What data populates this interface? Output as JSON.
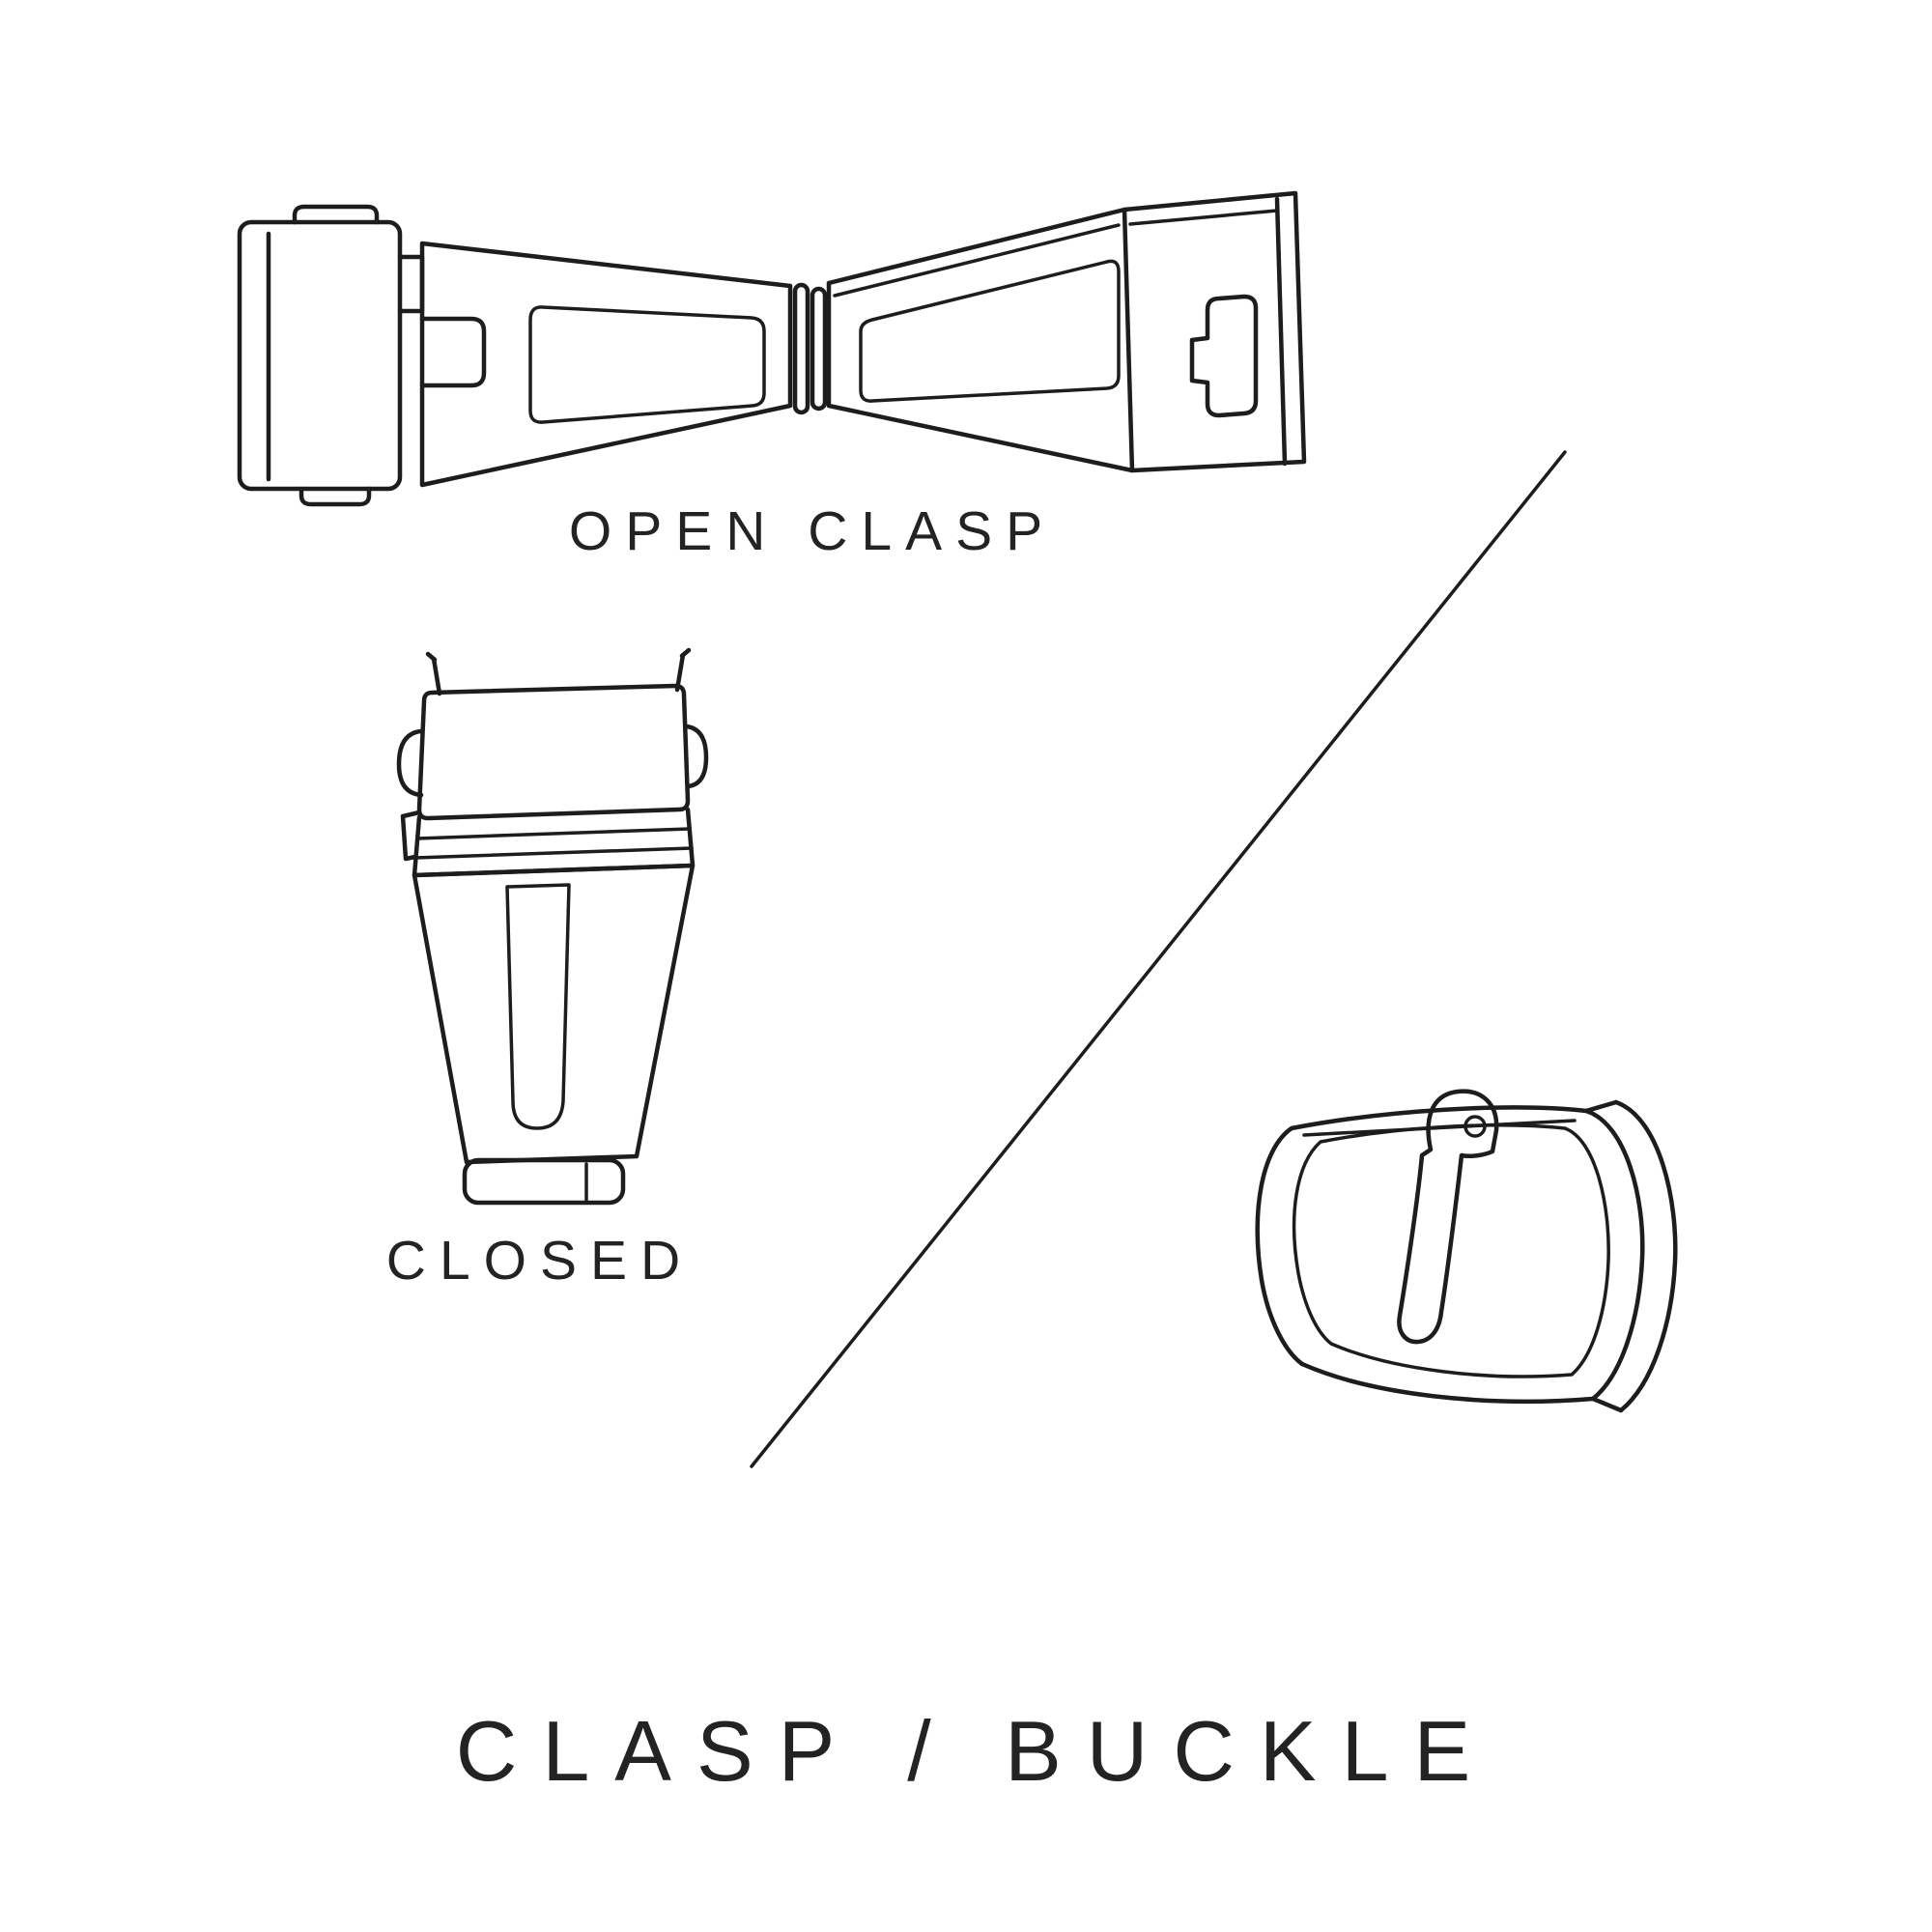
{
  "diagram": {
    "title": "CLASP / BUCKLE",
    "items": [
      {
        "label": "OPEN CLASP"
      },
      {
        "label": "CLOSED"
      }
    ],
    "colors": {
      "background": "#ffffff",
      "line": "#1d1d1d",
      "text": "#232323"
    }
  }
}
